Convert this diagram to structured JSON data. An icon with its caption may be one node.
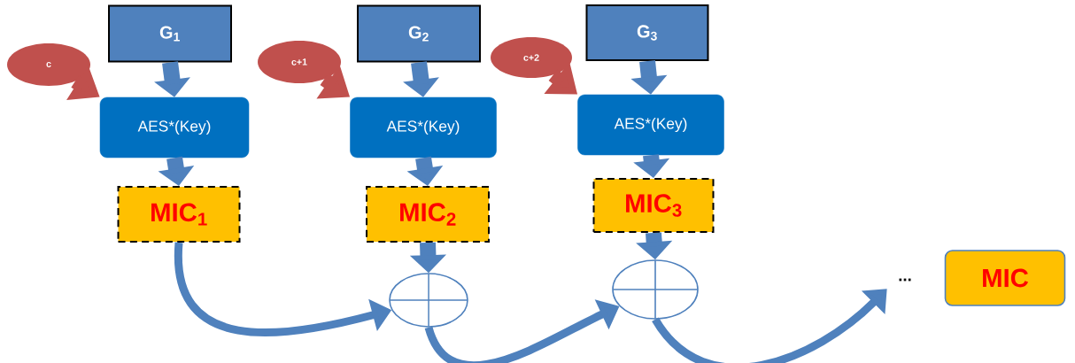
{
  "diagram": {
    "nodes": [
      {
        "text": [
          "G$_{1}$"
        ]
      },
      {
        "text": [
          "c"
        ]
      },
      {
        "text": [
          "AES*(Key)"
        ]
      },
      {
        "text": [
          "MIC$_{1}$"
        ]
      },
      {
        "text": [
          "G$_{2}$"
        ]
      },
      {
        "text": [
          "c+1"
        ]
      },
      {
        "text": [
          "AES*(Key)"
        ]
      },
      {
        "text": [
          "MIC$_{2}$"
        ]
      },
      {
        "text": [],
        "shape": "circle"
      },
      {
        "text": [
          "G$_{3}$"
        ]
      },
      {
        "text": [
          "c+2"
        ]
      },
      {
        "text": [
          "AES*(Key)"
        ]
      },
      {
        "text": [
          "MIC$_{3}$"
        ]
      },
      {
        "text": [],
        "shape": "circle"
      },
      {
        "text": [
          "..."
        ]
      },
      {
        "text": [
          "MIC"
        ]
      }
    ],
    "edges": [
      {
        "from": 0,
        "to": 2,
        "arrow": "to"
      },
      {
        "from": 1,
        "to": 2,
        "arrow": "to",
        "color": "#c0504d"
      },
      {
        "from": 2,
        "to": 3,
        "arrow": "to"
      },
      {
        "from": 4,
        "to": 6,
        "arrow": "to"
      },
      {
        "from": 5,
        "to": 6,
        "arrow": "to",
        "color": "#c0504d"
      },
      {
        "from": 6,
        "to": 7,
        "arrow": "to"
      },
      {
        "from": 7,
        "to": 8,
        "arrow": "to"
      },
      {
        "from": 3,
        "to": 8,
        "arrow": "to"
      },
      {
        "from": 9,
        "to": 11,
        "arrow": "to"
      },
      {
        "from": 10,
        "to": 11,
        "arrow": "to",
        "color": "#c0504d"
      },
      {
        "from": 11,
        "to": 12,
        "arrow": "to"
      },
      {
        "from": 12,
        "to": 13,
        "arrow": "to"
      },
      {
        "from": 8,
        "to": 13,
        "arrow": "to"
      },
      {
        "from": 13,
        "to": 14,
        "arrow": "to"
      }
    ]
  }
}
